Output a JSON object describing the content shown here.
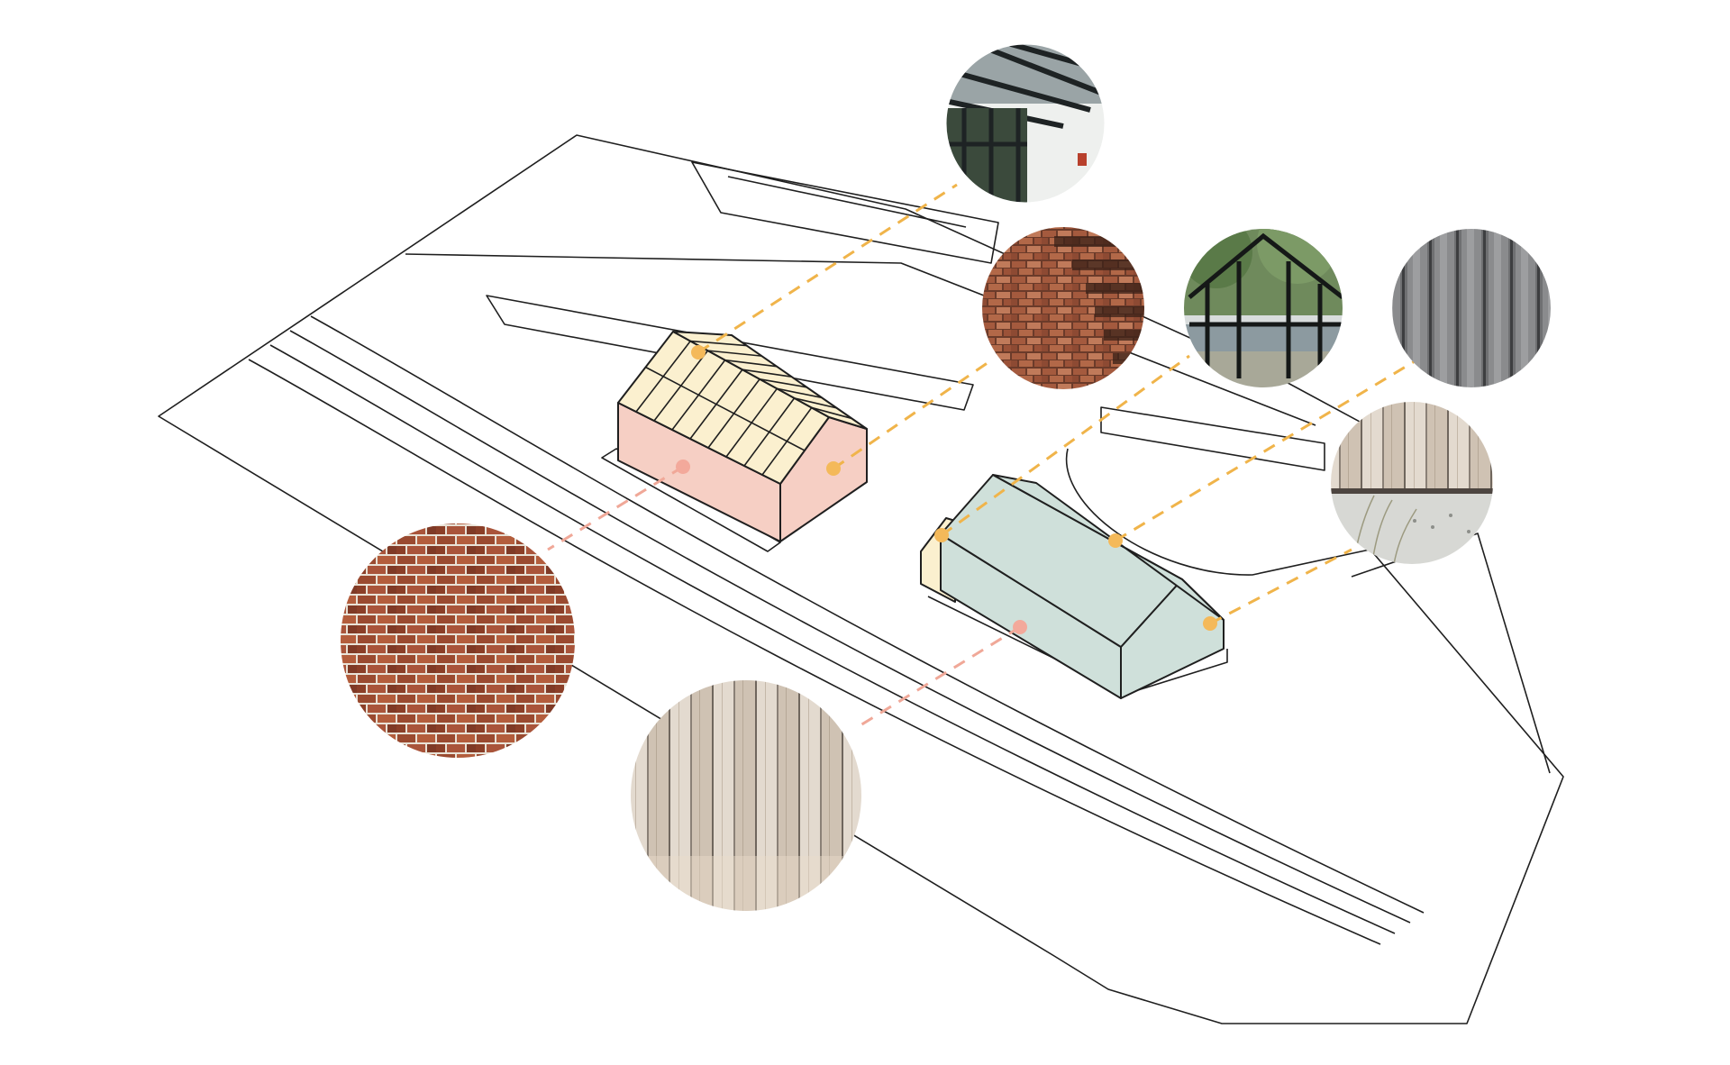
{
  "colors": {
    "line": "#1f1f1f",
    "leader_yellow": "#f0b44a",
    "leader_pink": "#f0a898",
    "dot_yellow": "#f4b95a",
    "dot_pink": "#f3a99b",
    "house_left_wall": "#f6cfc4",
    "house_left_roof": "#fbf0cf",
    "house_right_wall": "#cfe0da",
    "house_right_annex": "#fbf0cf"
  },
  "materials": [
    {
      "id": "glazed-roof",
      "icon": "glass-roof-photo-icon",
      "pattern": "glass"
    },
    {
      "id": "brick-relief",
      "icon": "brick-relief-photo-icon",
      "pattern": "brick-relief"
    },
    {
      "id": "glass-pavilion",
      "icon": "glass-pavilion-photo-icon",
      "pattern": "pavilion"
    },
    {
      "id": "metal-cladding",
      "icon": "metal-cladding-photo-icon",
      "pattern": "metal"
    },
    {
      "id": "timber-concrete",
      "icon": "timber-concrete-photo-icon",
      "pattern": "timber-concrete"
    },
    {
      "id": "brick-wall",
      "icon": "brick-wall-photo-icon",
      "pattern": "brick"
    },
    {
      "id": "timber-boards",
      "icon": "timber-boards-photo-icon",
      "pattern": "timber"
    }
  ]
}
